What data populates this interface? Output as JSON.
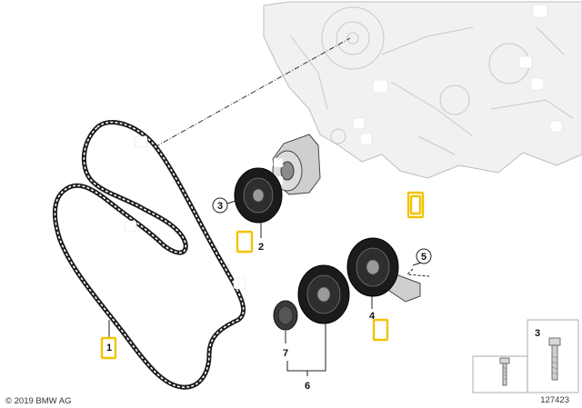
{
  "diagram": {
    "callouts": {
      "belt": "1",
      "tensioner": "2",
      "pulley_small": "3",
      "tensioner_right": "4",
      "bracket": "5",
      "pulley_set": "6",
      "cap": "7"
    },
    "bolt_box_label": "3",
    "copyright": "© 2019 BMW AG",
    "diagram_number": "127423",
    "colors": {
      "highlight": "#f2c200",
      "line": "#222222",
      "engine_fill": "#f1f1f1",
      "part_dark": "#1b1b1b"
    }
  }
}
